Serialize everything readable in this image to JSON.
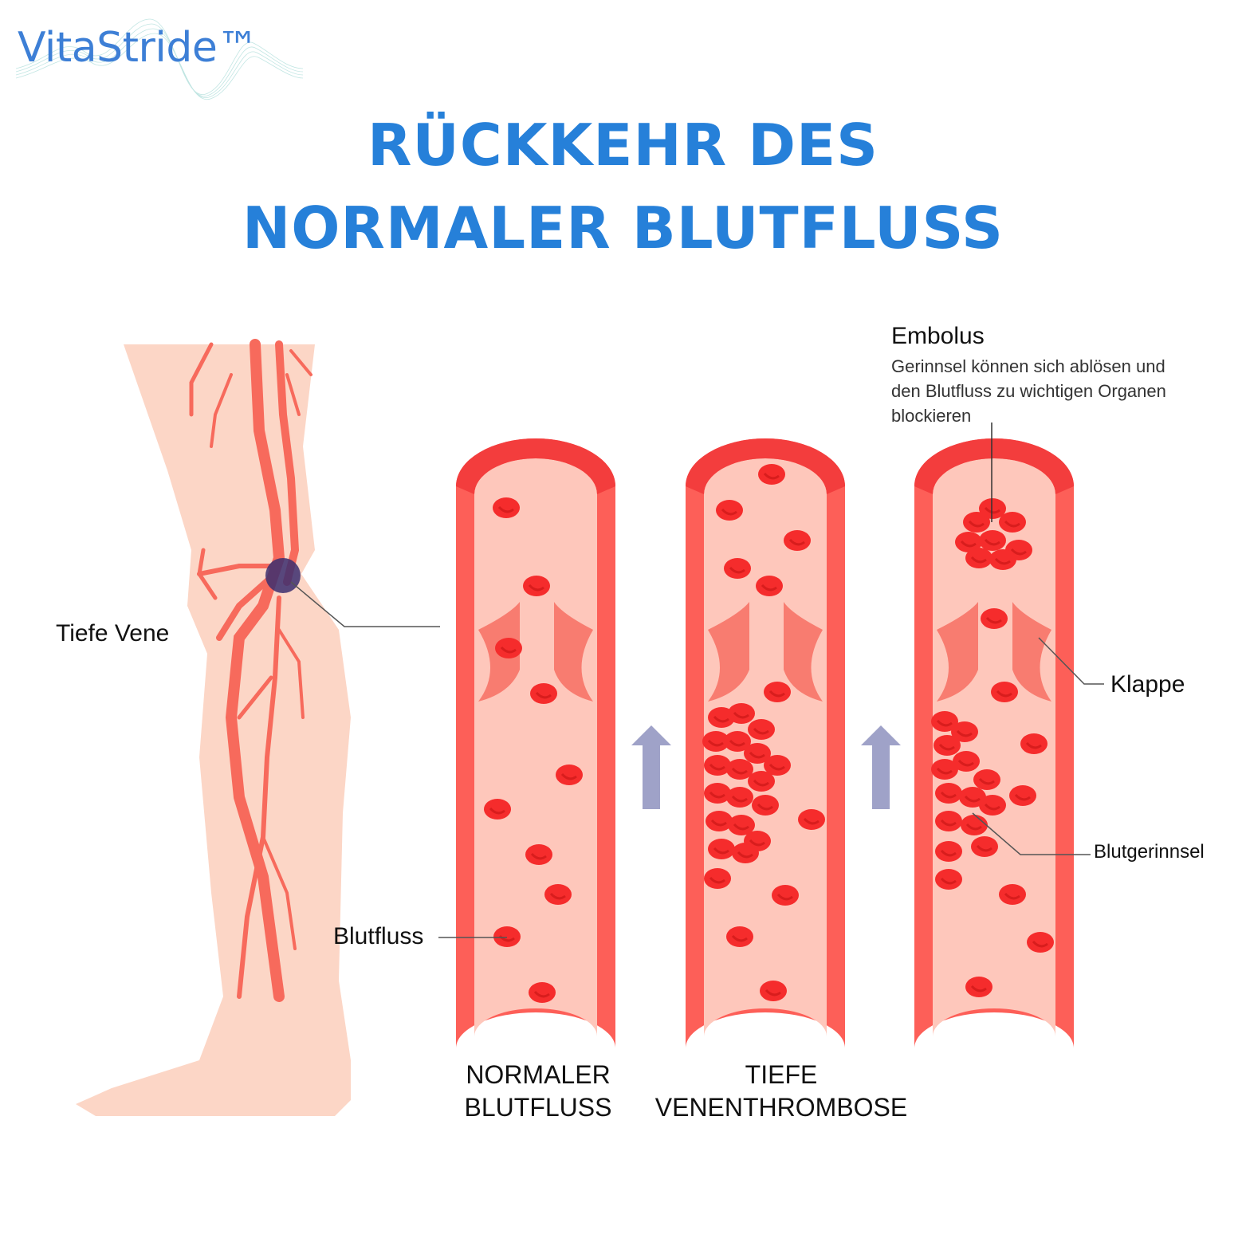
{
  "brand": {
    "name": "VitaStride™",
    "color": "#3d7fd6"
  },
  "title": {
    "line1": "RÜCKKEHR DES",
    "line2": "NORMALER BLUTFLUSS",
    "color": "#2680d9"
  },
  "labels": {
    "deep_vein": "Tiefe Vene",
    "blood_flow": "Blutfluss",
    "valve": "Klappe",
    "blood_clot": "Blutgerinnsel"
  },
  "embolus": {
    "title": "Embolus",
    "description": "Gerinnsel können sich ablösen und den Blutfluss zu wichtigen Organen blockieren"
  },
  "vessels": [
    {
      "id": "normal",
      "caption_line1": "NORMALER",
      "caption_line2": "BLUTFLUSS"
    },
    {
      "id": "dvt",
      "caption_line1": "TIEFE",
      "caption_line2": "VENENTHROMBOSE"
    },
    {
      "id": "embolus",
      "caption_line1": "",
      "caption_line2": ""
    }
  ],
  "colors": {
    "skin": "#fcd6c6",
    "vein": "#f76a5c",
    "vessel_wall": "#fd5f58",
    "vessel_wall_top": "#f33d3d",
    "vessel_lumen": "#fec7bb",
    "valve": "#f87c70",
    "rbc": "#f52c2c",
    "arrow": "#9fa2c8",
    "clot_marker": "#3b2e6e"
  }
}
